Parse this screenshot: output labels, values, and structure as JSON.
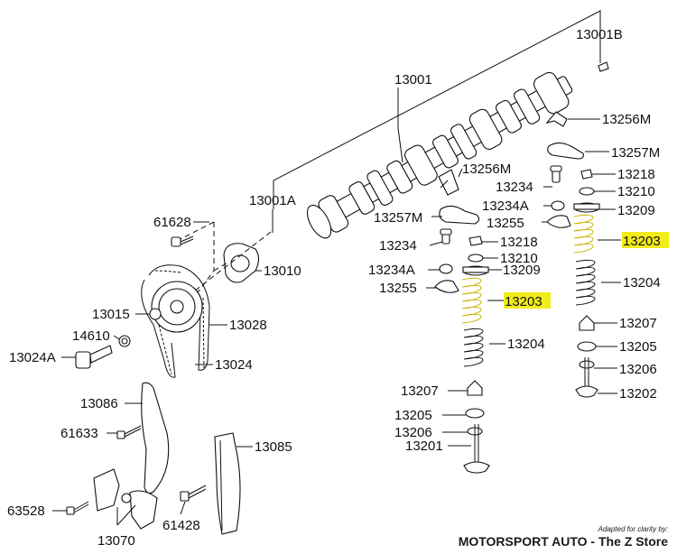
{
  "colors": {
    "highlight": "#f2ec1a",
    "ink": "#111111"
  },
  "highlighted_part": "13203",
  "labels": {
    "p13001B": "13001B",
    "p13001": "13001",
    "p13256M_r": "13256M",
    "p13257M_r": "13257M",
    "p13218_r": "13218",
    "p13210_r": "13210",
    "p13209_r": "13209",
    "p13203_r": "13203",
    "p13204_r": "13204",
    "p13207_r": "13207",
    "p13205_r": "13205",
    "p13206_r": "13206",
    "p13202": "13202",
    "p13256M_m": "13256M",
    "p13234_m": "13234",
    "p13234A_m": "13234A",
    "p13257M_m": "13257M",
    "p13255_m": "13255",
    "p13234_l": "13234",
    "p13218_m": "13218",
    "p13210_m": "13210",
    "p13234A_l": "13234A",
    "p13209_m": "13209",
    "p13255_l": "13255",
    "p13203_m": "13203",
    "p13204_m": "13204",
    "p13207_m": "13207",
    "p13205_m": "13205",
    "p13206_m": "13206",
    "p13201": "13201",
    "p13001A": "13001A",
    "p61628": "61628",
    "p13010": "13010",
    "p13015": "13015",
    "p13028": "13028",
    "p14610": "14610",
    "p13024A": "13024A",
    "p13024": "13024",
    "p13086": "13086",
    "p61633": "61633",
    "p13085": "13085",
    "p63528": "63528",
    "p61428": "61428",
    "p13070": "13070"
  },
  "credit": {
    "small": "Adapted for clarity by:",
    "big": "MOTORSPORT AUTO - The Z Store"
  }
}
